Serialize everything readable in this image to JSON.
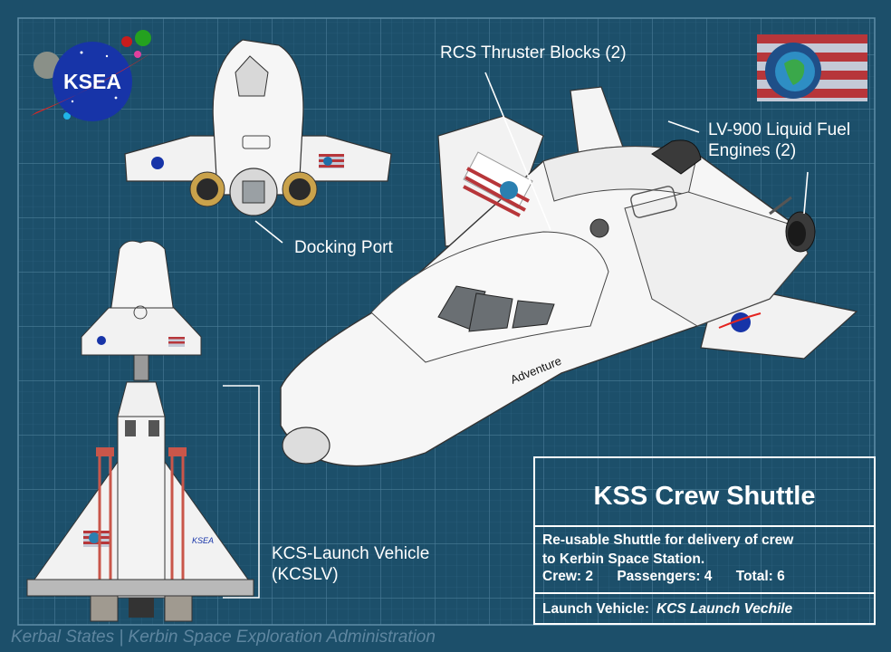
{
  "logo": {
    "text": "KSEA"
  },
  "callouts": {
    "rcs": "RCS Thruster Blocks (2)",
    "engines_line1": "LV-900 Liquid Fuel",
    "engines_line2": "Engines (2)",
    "docking": "Docking Port",
    "launch_line1": "KCS-Launch Vehicle",
    "launch_line2": "(KCSLV)"
  },
  "shuttle": {
    "name_label": "Adventure",
    "small_label": "KSEA"
  },
  "spec": {
    "title": "KSS Crew Shuttle",
    "desc_line1": "Re-usable Shuttle for delivery of crew",
    "desc_line2": "to Kerbin Space Station.",
    "crew": "Crew: 2",
    "passengers": "Passengers: 4",
    "total": "Total:  6",
    "launch_label": "Launch Vehicle:",
    "launch_value": "KCS Launch Vechile"
  },
  "footer": "Kerbal States | Kerbin Space Exploration Administration",
  "colors": {
    "background": "#1c4f6a",
    "grid": "#3d6f8a",
    "logo_blue": "#1734a8",
    "flag_stripe": "#b7363a"
  }
}
